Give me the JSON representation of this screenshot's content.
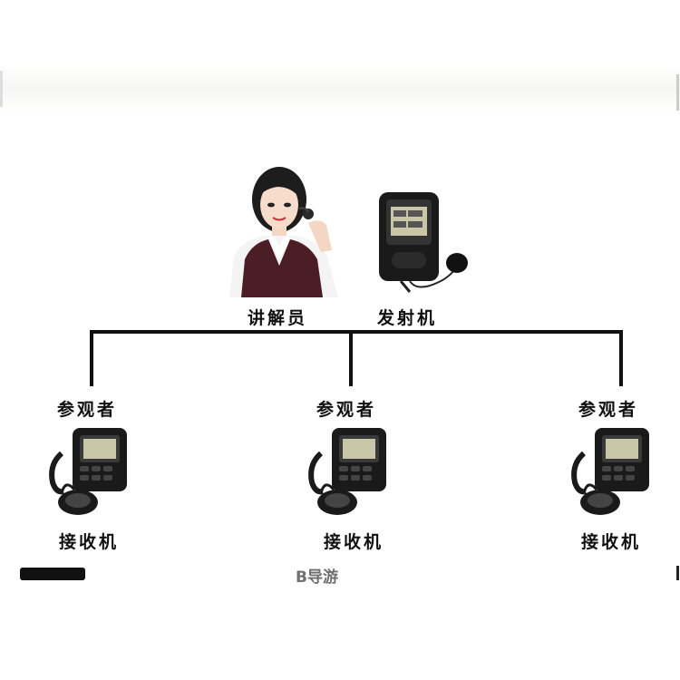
{
  "top": {
    "guide_label": "讲解员",
    "transmitter_label": "发射机"
  },
  "visitors": [
    {
      "visitor_label": "参观者",
      "receiver_label": "接收机"
    },
    {
      "visitor_label": "参观者",
      "receiver_label": "接收机"
    },
    {
      "visitor_label": "参观者",
      "receiver_label": "接收机"
    }
  ],
  "fragments": {
    "bottom_text": "B导游"
  },
  "colors": {
    "line": "#111111",
    "device_body": "#1a1a1a",
    "screen": "#c9c6a8",
    "vest": "#4a1e24"
  }
}
